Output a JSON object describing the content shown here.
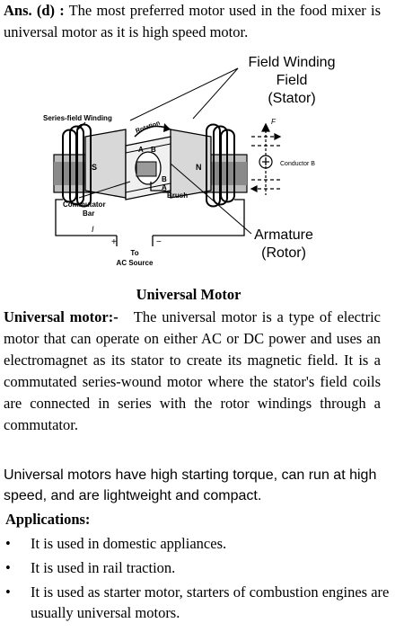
{
  "answer": {
    "prefix": "Ans. (d) :",
    "text": " The most preferred motor used in the food mixer is universal motor as it is high speed motor."
  },
  "figure": {
    "labels": {
      "field_winding": "Field Winding",
      "field": "Field",
      "stator": "(Stator)",
      "series_field_winding": "Series-field Winding",
      "rotation": "Rotation",
      "conductor": "Conductor B",
      "f_label": "F",
      "s_pole": "S",
      "n_pole": "N",
      "a_upper": "A",
      "b_upper": "B",
      "b_lower": "B",
      "a_lower": "A",
      "brush": "Brush",
      "commutator": "Commutator",
      "bar": "Bar",
      "current": "I",
      "plus": "+",
      "minus": "−",
      "to": "To",
      "ac_source": "AC Source",
      "armature": "Armature",
      "rotor": "(Rotor)"
    }
  },
  "caption": "Universal Motor",
  "paragraph1": {
    "heading": "Universal motor:-",
    "text": "   The universal motor is a type of electric motor that can operate on either AC or DC power and uses an electromagnet as its stator to create its magnetic field. It is a commutated series-wound motor where the stator's field coils are connected in series with the rotor windings through a commutator."
  },
  "paragraph2": "Universal motors have high starting torque, can run at high speed, and are lightweight and compact.",
  "applications": {
    "heading": "Applications:",
    "bullet": "•",
    "items": [
      "It is used in domestic appliances.",
      "It is used in  rail traction.",
      "It is used as starter motor, starters of combustion engines are usually universal motors."
    ]
  }
}
